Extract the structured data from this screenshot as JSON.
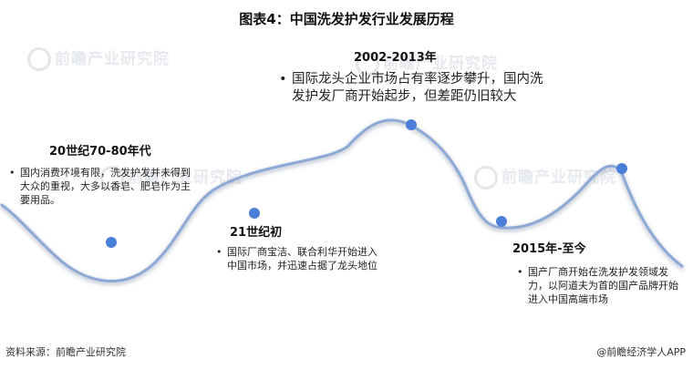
{
  "title": "图表4：中国洗发护发行业发展历程",
  "watermark": "前瞻产业研究院",
  "colors": {
    "curve": "#8ea9d6",
    "curve_shadow": "#9aa6b8",
    "dot": "#4a7ed8"
  },
  "milestones": [
    {
      "period": "20世纪70-80年代",
      "description": "国内消费环境有限，洗发护发并未得到大众的重视，大多以香皂、肥皂作为主要用品。"
    },
    {
      "period": "21世纪初",
      "description": "国际厂商宝洁、联合利华开始进入中国市场，并迅速占据了龙头地位"
    },
    {
      "period": "2002-2013年",
      "description": "国际龙头企业市场占有率逐步攀升，国内洗发护发厂商开始起步，但差距仍旧较大"
    },
    {
      "period": "2015年-至今",
      "description": "国产厂商开始在洗发护发领域发力，以阿道夫为首的国产品牌开始进入中国高端市场"
    }
  ],
  "footer": {
    "source": "资料来源：前瞻产业研究院",
    "credit": "@前瞻经济学人APP"
  }
}
